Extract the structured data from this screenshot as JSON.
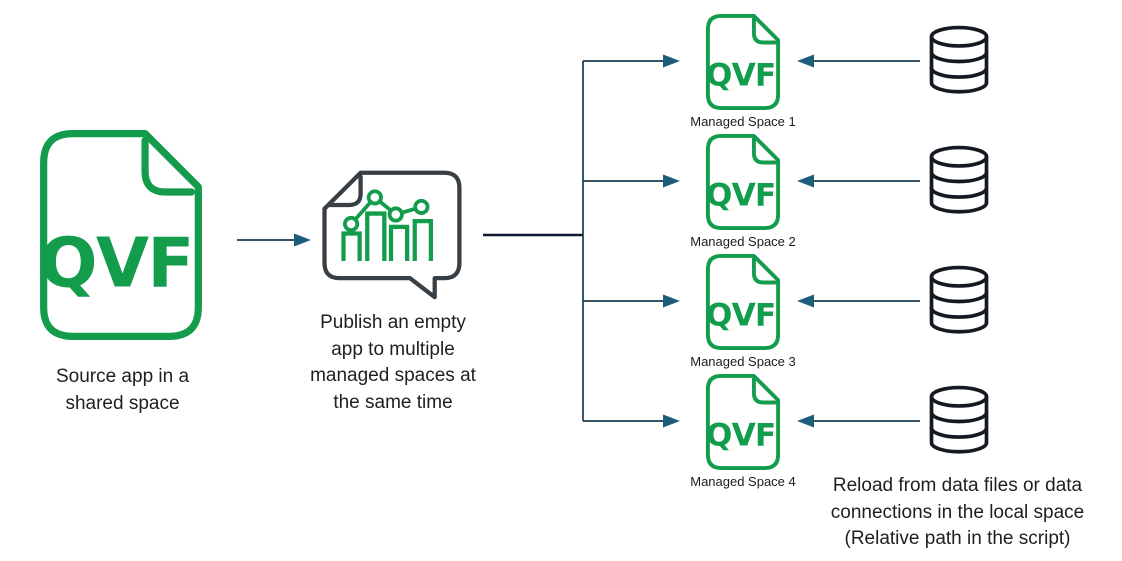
{
  "qvf_text": "QVF",
  "source": {
    "label": "Source app in a\nshared space"
  },
  "publish": {
    "label": "Publish an empty\napp to multiple\nmanaged spaces at\nthe same time"
  },
  "managed_spaces": [
    {
      "label": "Managed Space 1"
    },
    {
      "label": "Managed Space 2"
    },
    {
      "label": "Managed Space 3"
    },
    {
      "label": "Managed Space 4"
    }
  ],
  "reload": {
    "label": "Reload from data files or data\nconnections in the local space\n(Relative path in the script)"
  },
  "colors": {
    "green": "#149c4d",
    "charcoal": "#383f45",
    "ink": "#151a22",
    "line": "#1b3a50",
    "mainline": "#0d1830",
    "arrowhead": "#1e5c7b",
    "text": "#1f1f1f"
  }
}
